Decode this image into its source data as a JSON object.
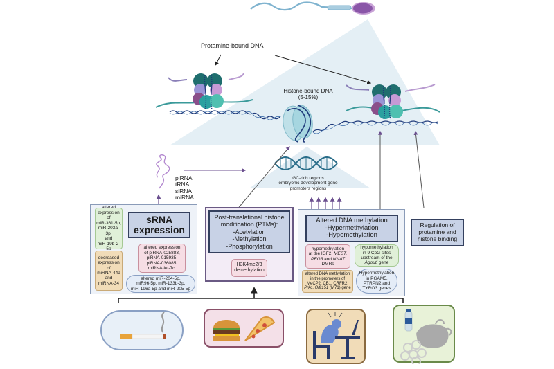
{
  "labels": {
    "protamine_bound": "Protamine-bound DNA",
    "histone_bound_line1": "Histone-bound DNA",
    "histone_bound_line2": "(5-15%)",
    "rna_types": [
      "piRNA",
      "tRNA",
      "siRNA",
      "miRNA"
    ],
    "gc_rich_line1": "GC-rich regions",
    "gc_rich_line2": "embryonic development gene",
    "gc_rich_line3": "promoters regions"
  },
  "srna_panel": {
    "title_line1": "sRNA",
    "title_line2": "expression",
    "green_box": [
      "altered",
      "expression",
      "of",
      "miR-361-5p,",
      "miR-203a-3p,",
      "and",
      "miR-19b-2-5p"
    ],
    "tan_box": [
      "decreased",
      "expression",
      "of",
      "miRNA-449",
      "and",
      "miRNA-34"
    ],
    "pink_box": [
      "altered expression",
      "of piRNA-025883,",
      "piRNA-015935,",
      "piRNA-036085,",
      "miRNA-let-7c."
    ],
    "blue_pill": [
      "altered miR-204-5p,",
      "miR96-5p, miR-133b-3p,",
      "miR-196a-5p and miR-205-5p"
    ]
  },
  "ptm_panel": {
    "title": [
      "Post-translational histone",
      "modification (PTMs):",
      "-Acetylation",
      "-Methylation",
      "-Phosphorylation"
    ],
    "pink_box": [
      "H3K4me2/3",
      "demethylation"
    ]
  },
  "dna_methylation_panel": {
    "title": [
      "Altered DNA methylation",
      "-Hypermethylation",
      "-Hypomethylation"
    ],
    "pink_box": {
      "line1": "hypomethylation",
      "line2_pre": "at the IGF2, ",
      "line2_italic": "MEST,",
      "line3_italic1": "PEG3",
      "line3_mid": " and ",
      "line3_italic2": "NNAT",
      "line4": "DMRs"
    },
    "green_box": {
      "line1": "hypomethylation",
      "line2": "in 9 CpG sites",
      "line3": "upstream of the",
      "line4_italic": "Agouti",
      "line4_post": " gene"
    },
    "tan_box": {
      "line1": "altered DNA methylation",
      "line2": "in the promoters of",
      "line3": "MeCP2,  CB1, CRFR2,",
      "line4_italic1": "Prkc",
      "line4_mid": ", ",
      "line4_italic2": "Olfr151",
      "line4_post": " (M71) gene"
    },
    "blue_pill": [
      "Hypermethylation",
      "in PGAM5,",
      "PTRPN2 and",
      "TYRO3 genes"
    ]
  },
  "regulation_box": [
    "Regulation of",
    "protamine and",
    "histone binding"
  ],
  "exposures": [
    {
      "name": "smoking",
      "icon": "cigarette-icon"
    },
    {
      "name": "diet",
      "icon": "burger-pizza-icon"
    },
    {
      "name": "stress",
      "icon": "stressed-worker-icon"
    },
    {
      "name": "pollutants",
      "icon": "plastic-waste-icon"
    }
  ],
  "colors": {
    "arrow_purple": "#6b4f8f",
    "panel_border": "#8a9bb8",
    "title_fill": "#c8d2e6",
    "triangle_fill": "#dbe9f1",
    "sperm_head": "#8a56a8",
    "sperm_tail": "#7fb3cf"
  }
}
